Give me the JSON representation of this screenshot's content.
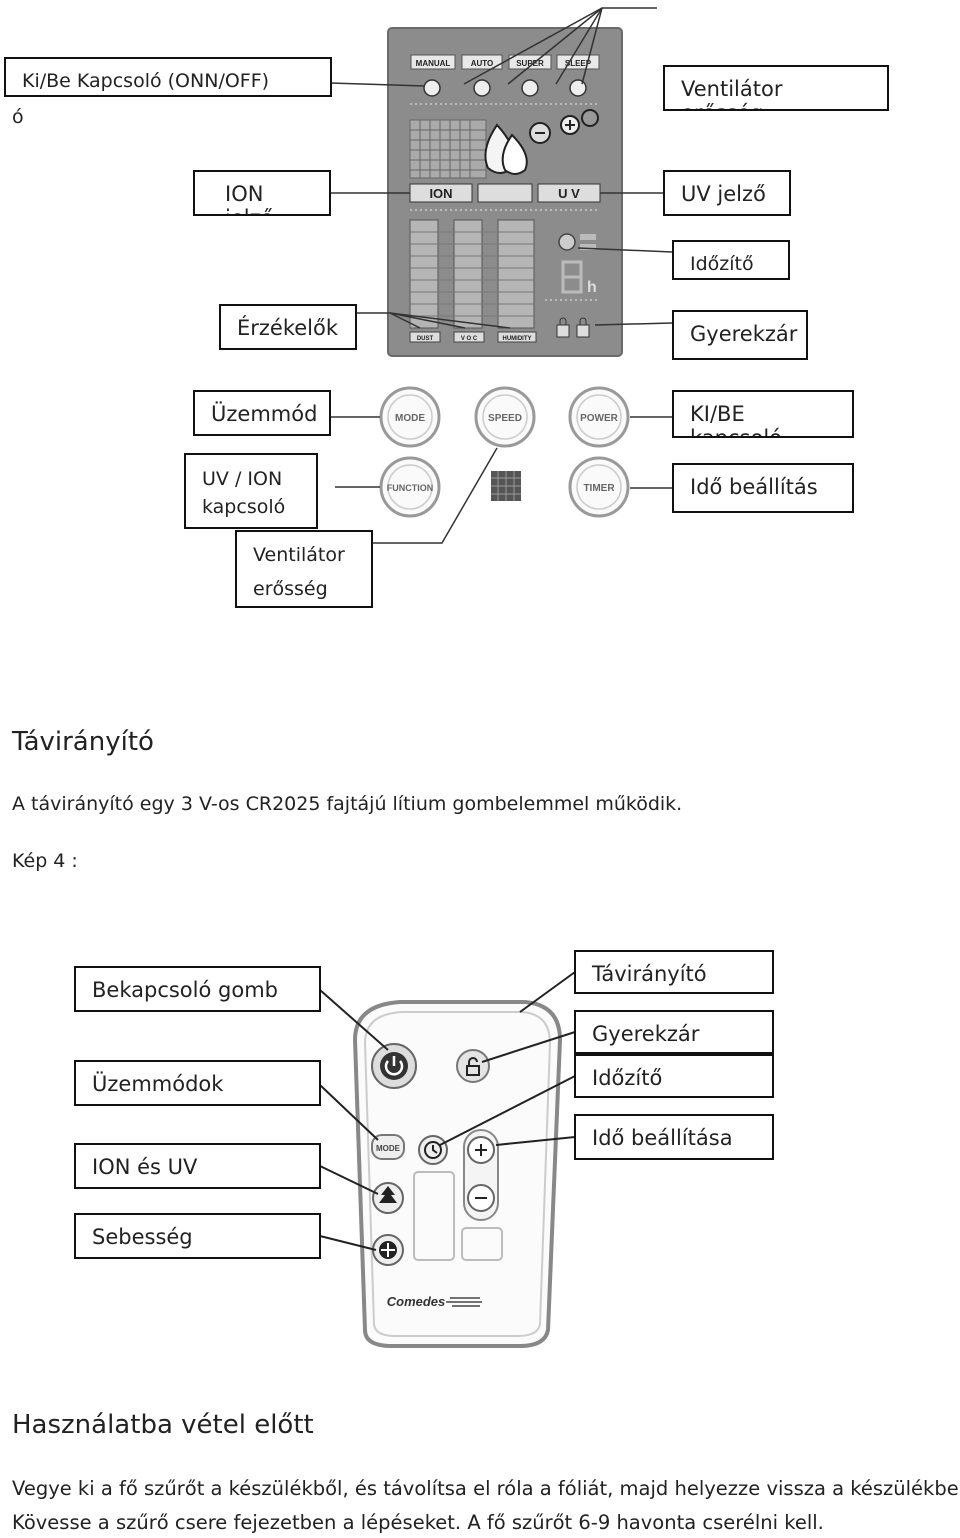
{
  "panel": {
    "labels": {
      "onoff": "Ki/Be Kapcsoló (ONN/OFF)",
      "onoff_cont": "ó",
      "fan_strength": "Ventilátor erősség",
      "ion_indicator": "ION jelző",
      "uv_indicator": "UV jelző",
      "timer": "Időzítő",
      "sensors": "Érzékelők",
      "child_lock": "Gyerekzár",
      "mode": "Üzemmód",
      "power_switch": "KI/BE kapcsoló",
      "uv_ion_switch": "UV / ION kapcsoló",
      "time_setting": "Idő beállítás",
      "fan_strength_2": "Ventilátor erősség"
    },
    "mode_tabs": [
      "MANUAL",
      "AUTO",
      "SUPER",
      "SLEEP"
    ],
    "indicator_ion": "ION",
    "indicator_uv": "U V",
    "sensor_names": [
      "DUST",
      "V O C",
      "HUMIDITY"
    ],
    "hour_unit": "h",
    "buttons": {
      "mode": "MODE",
      "speed": "SPEED",
      "power": "POWER",
      "function": "FUNCTION",
      "timer": "TIMER"
    }
  },
  "remote_section": {
    "title": "Távirányító",
    "description": "A távirányító egy 3 V-os CR2025 fajtájú lítium gombelemmel működik.",
    "figure_caption": "Kép 4 :"
  },
  "remote": {
    "labels": {
      "power_button": "Bekapcsoló gomb",
      "remote": "Távirányító",
      "child_lock": "Gyerekzár",
      "modes": "Üzemmódok",
      "timer": "Időzítő",
      "time_setting": "Idő beállítása",
      "ion_uv": "ION és UV",
      "speed": "Sebesség"
    },
    "brand": "Comedes",
    "mode_button": "MODE"
  },
  "setup_section": {
    "title": "Használatba vétel előtt",
    "line1": "Vegye ki a fő szűrőt a készülékből, és távolítsa el róla a fóliát, majd helyezze vissza a készülékbe.",
    "line2": "Kövesse a szűrő csere fejezetben a lépéseket. A fő szűrőt 6-9 havonta cserélni kell."
  }
}
